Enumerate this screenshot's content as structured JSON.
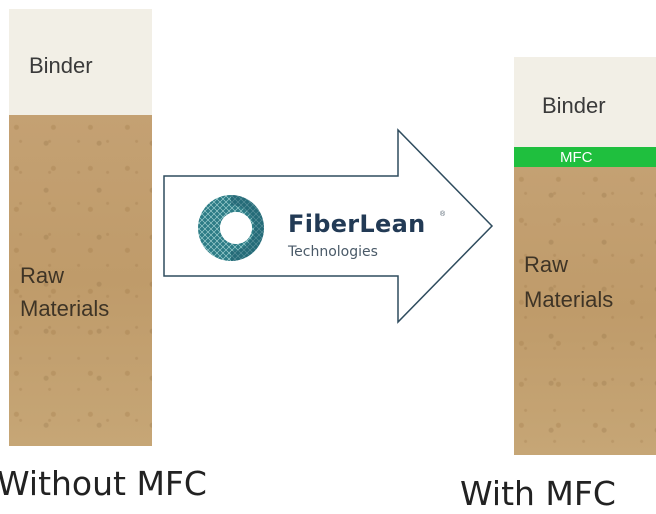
{
  "left_column": {
    "binder_label": "Binder",
    "raw_line1": "Raw",
    "raw_line2": "Materials",
    "caption": "Without MFC"
  },
  "right_column": {
    "binder_label": "Binder",
    "mfc_label": "MFC",
    "raw_line1": "Raw",
    "raw_line2": "Materials",
    "caption": "With MFC"
  },
  "logo": {
    "name": "FiberLean",
    "registered_mark": "®",
    "subtitle": "Technologies"
  },
  "colors": {
    "binder": "#f2efe6",
    "raw_materials": "#c4a173",
    "mfc": "#1fbf3e",
    "arrow_stroke": "#2f4c5e",
    "logo_teal": "#2d7c86",
    "logo_navy": "#223a55"
  }
}
